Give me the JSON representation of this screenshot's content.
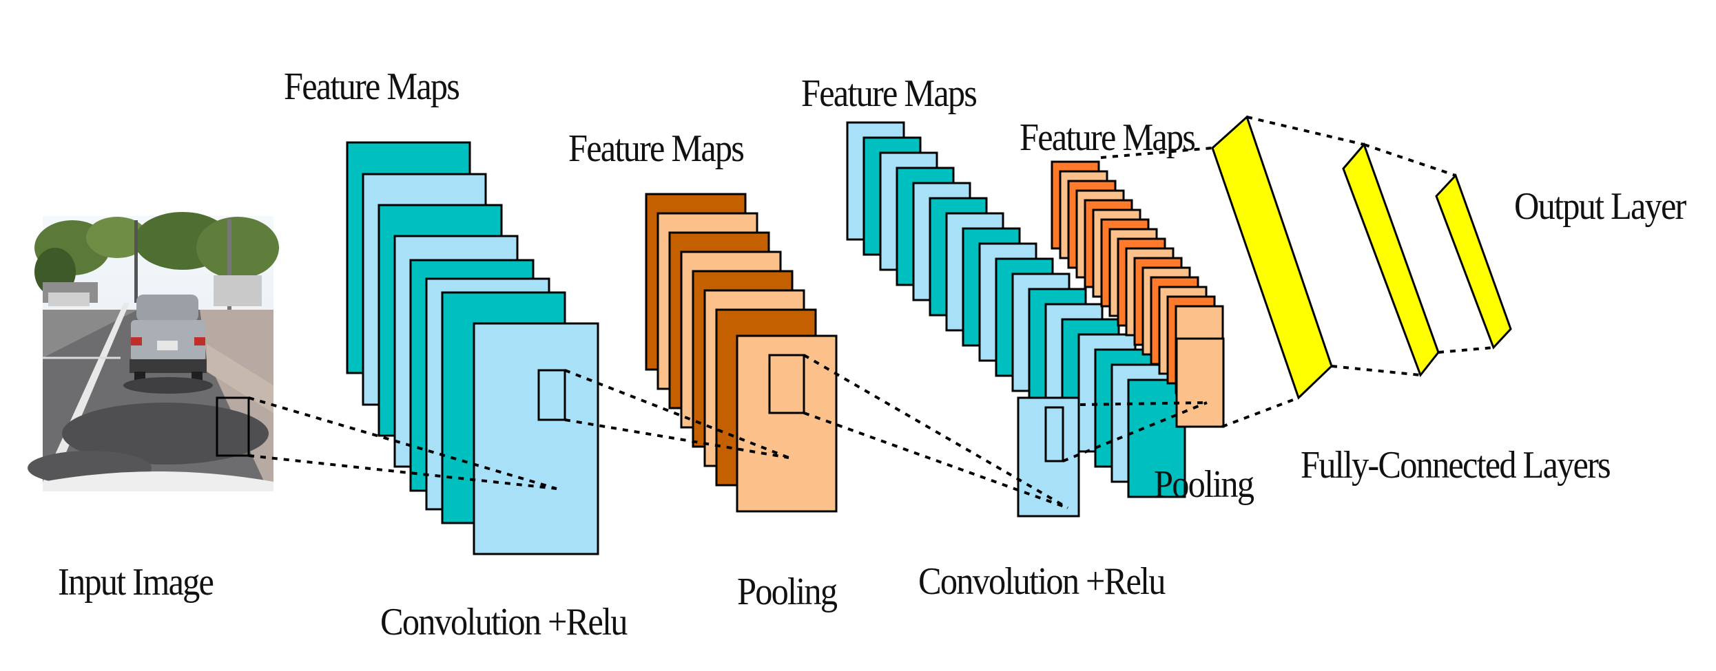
{
  "labels": {
    "input_image": "Input Image",
    "feature_maps_1": "Feature Maps",
    "convolution_relu_1": "Convolution +Relu",
    "feature_maps_2": "Feature Maps",
    "pooling_1": "Pooling",
    "feature_maps_3": "Feature Maps",
    "convolution_relu_2": "Convolution +Relu",
    "feature_maps_4": "Feature Maps",
    "pooling_2": "Pooling",
    "fully_connected_layers": "Fully-Connected Layers",
    "output_layer": "Output Layer"
  },
  "colors": {
    "teal": "#00bfbf",
    "light_blue": "#a8e0f8",
    "dark_orange": "#c46000",
    "light_orange": "#fcc08a",
    "bright_orange": "#ff7a2a",
    "peach": "#fcc08a",
    "yellow": "#ffff00",
    "stroke": "#000000"
  }
}
